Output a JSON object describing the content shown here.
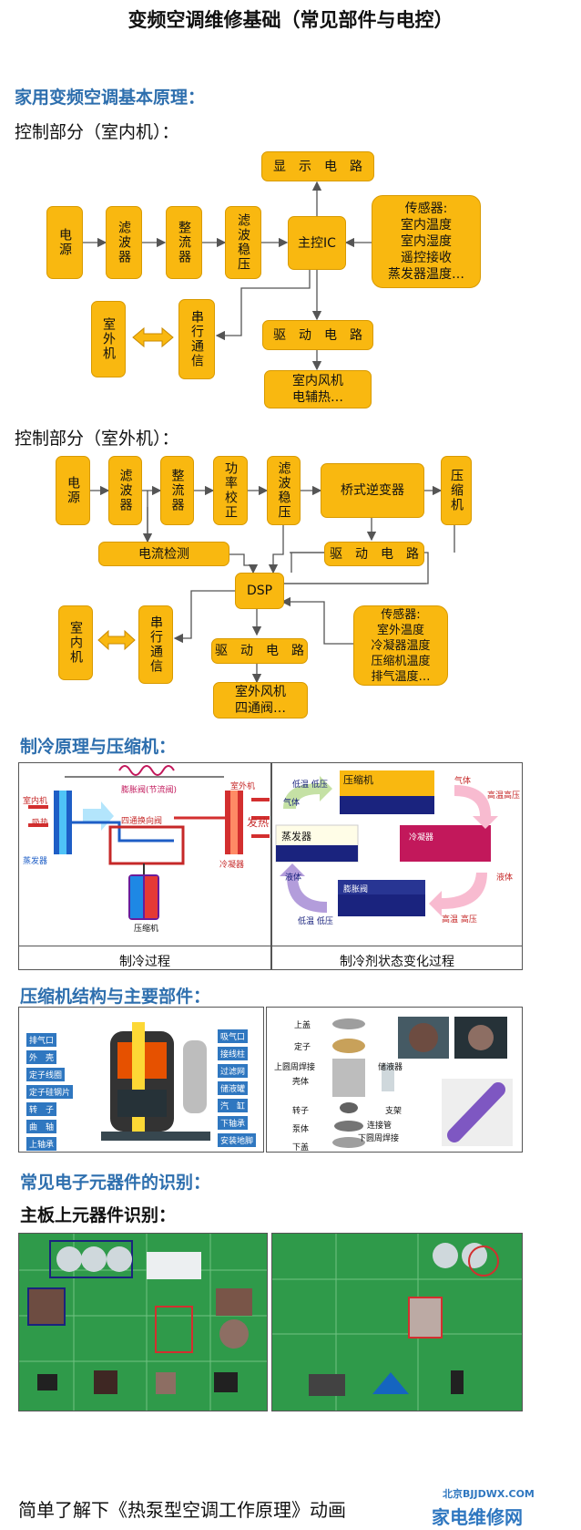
{
  "title": "变频空调维修基础（常见部件与电控）",
  "section1": {
    "heading": "家用变频空调基本原理：",
    "indoor": {
      "heading": "控制部分（室内机）：",
      "display": "显　示　电　路",
      "power": "电源",
      "filter": "滤波器",
      "rectifier": "整流器",
      "regulator": "滤波稳压",
      "main_ic": "主控IC",
      "sensor_title": "传感器:",
      "sensors": [
        "室内温度",
        "室内湿度",
        "遥控接收",
        "蒸发器温度…"
      ],
      "outdoor_unit": "室外机",
      "serial": "串行通信",
      "driver": "驱　动　电　路",
      "load": [
        "室内风机",
        "电辅热…"
      ]
    },
    "outdoor": {
      "heading": "控制部分（室外机）：",
      "power": "电源",
      "filter": "滤波器",
      "rectifier": "整流器",
      "pfc": "功率校正",
      "regulator": "滤波稳压",
      "inverter": "桥式逆变器",
      "compressor": "压缩机",
      "current_detect": "电流检测",
      "driver_right": "驱　动　电　路",
      "dsp": "DSP",
      "indoor_unit": "室内机",
      "serial": "串行通信",
      "driver": "驱　动　电　路",
      "sensor_title": "传感器:",
      "sensors": [
        "室外温度",
        "冷凝器温度",
        "压缩机温度",
        "排气温度…"
      ],
      "load": [
        "室外风机",
        "四通阀…"
      ]
    }
  },
  "section2": {
    "heading": "制冷原理与压缩机：",
    "left_caption": "制冷过程",
    "right_caption": "制冷剂状态变化过程",
    "left_labels": {
      "indoor": "室内机",
      "absorb": "吸热",
      "evaporator": "蒸发器",
      "capillary": "膨胀阀(节流阀)",
      "four_way": "四通换向阀",
      "outdoor": "室外机",
      "release": "发热",
      "condenser": "冷凝器",
      "compressor": "压缩机"
    },
    "right_labels": {
      "low_low": "低温 低压",
      "compressor": "压缩机",
      "gas": "气体",
      "high_high": "高温高压",
      "condenser": "冷凝器",
      "evaporator": "蒸发器",
      "liquid_left": "液体",
      "liquid_right": "液体",
      "expansion": "膨胀阀",
      "low_low2": "低温 低压",
      "high_high2": "高温 高压",
      "gas_left": "气体"
    }
  },
  "section3": {
    "heading": "压缩机结构与主要部件：",
    "left_tags": [
      "排气口",
      "外　壳",
      "定子线圈",
      "定子硅钢片",
      "转　子",
      "曲　轴",
      "上轴承"
    ],
    "right_tags": [
      "吸气口",
      "接线柱",
      "过滤网",
      "储液罐",
      "汽　缸",
      "下轴承",
      "安装地脚"
    ],
    "exploded_labels": [
      "上盖",
      "定子",
      "上圆周焊接",
      "壳体",
      "转子",
      "泵体",
      "下盖",
      "储液器",
      "支架",
      "连接管",
      "下圆周焊接"
    ]
  },
  "section4": {
    "heading": "常见电子元器件的识别：",
    "subheading": "主板上元器件识别：",
    "footer_text": "简单了解下《热泵型空调工作原理》动画"
  },
  "watermark": {
    "top": "北京BJJDWX.COM",
    "bottom": "家电维修网"
  },
  "colors": {
    "box": "#f9b810",
    "heading": "#2e6fae",
    "pcb": "#2f9a4a"
  }
}
